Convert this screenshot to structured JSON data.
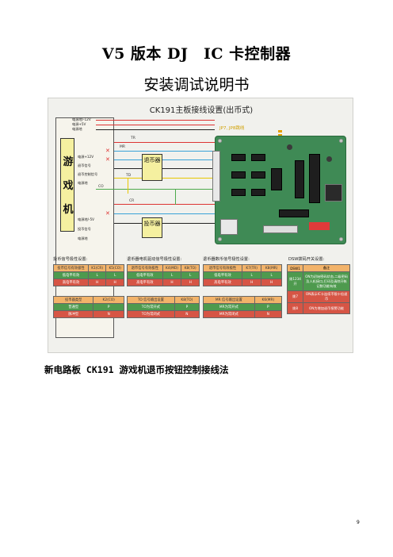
{
  "title_line1": "V5 版本 DJ　IC 卡控制器",
  "title_line2": "安装调试说明书",
  "figure": {
    "title": "CK191主板接线设置(出币式)",
    "game_machine": [
      "游",
      "戏",
      "机"
    ],
    "signals_top": [
      "电源地/-12V",
      "电源+5V",
      "电源地"
    ],
    "signals_mid": [
      "电源+12V",
      "退币信号",
      "退币控制信号",
      "电源地"
    ],
    "signals_bot": [
      "电源地/-5V",
      "投币信号",
      "电源地"
    ],
    "wire_labels": [
      "TR",
      "MR",
      "TD",
      "CO",
      "CR"
    ],
    "dispenser": "退币器",
    "coin_acceptor": "投币器",
    "jumper_label": "JP7, JP8跳线",
    "table_headings": [
      "投币信号极性设置:",
      "退币器电机驱动信号极性设置:",
      "退币器数币信号极性设置:",
      "DSW拨码开关设置:"
    ],
    "table1": {
      "header": [
        "投币信号有效极性",
        "K1(CR)",
        "K5(CO)"
      ],
      "rows": [
        [
          "低电平有效",
          "L",
          "L"
        ],
        [
          "高电平有效",
          "H",
          "H"
        ]
      ]
    },
    "table2": {
      "header": [
        "退币信号有效极性",
        "K4(MD)",
        "K8(TO)"
      ],
      "rows": [
        [
          "低电平有效",
          "L",
          "L"
        ],
        [
          "高电平有效",
          "H",
          "H"
        ]
      ]
    },
    "table3": {
      "header": [
        "退币信号有效极性",
        "K7(TR)",
        "K8(MR)"
      ],
      "rows": [
        [
          "低电平有效",
          "L",
          "L"
        ],
        [
          "高电平有效",
          "H",
          "H"
        ]
      ]
    },
    "table4": {
      "header": [
        "投币器类型",
        "K2(CO)"
      ],
      "rows": [
        [
          "普通型",
          "P"
        ],
        [
          "脉冲型",
          "N"
        ]
      ]
    },
    "table5": {
      "header": [
        "TO 信号输出设置",
        "K8(TO)"
      ],
      "rows": [
        [
          "TO为常开式",
          "P"
        ],
        [
          "TO为常闭式",
          "N"
        ]
      ]
    },
    "table6": {
      "header": [
        "MR 信号输出设置",
        "K6(MR)"
      ],
      "rows": [
        [
          "MR为常开式",
          "P"
        ],
        [
          "MR为常闭式",
          "N"
        ]
      ]
    },
    "dsw": {
      "header": [
        "DSW1",
        "备注"
      ],
      "rows": [
        [
          "拨1234开",
          "ON为初始密码状态,二级密码及人机接口,打印及清除开帐记数功能有效"
        ],
        [
          "拨7",
          "ON表示IC卡连续不限十倍退币"
        ],
        [
          "拨8",
          "ON为增加退币报警功能"
        ]
      ]
    }
  },
  "subheading": "新电路板 CK191 游戏机退币按钮控制接线法",
  "page_number": "9"
}
